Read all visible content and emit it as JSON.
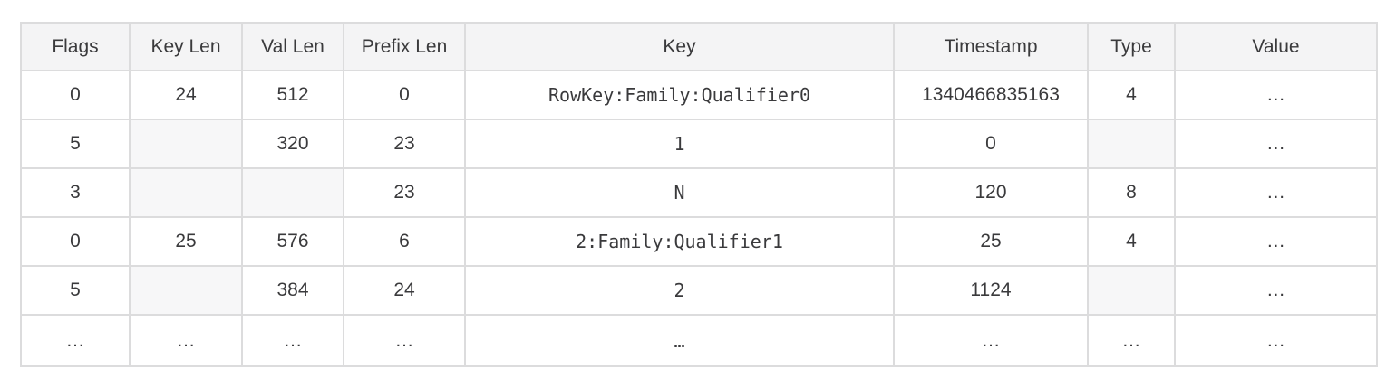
{
  "chart_data": {
    "type": "table",
    "columns": [
      "Flags",
      "Key Len",
      "Val Len",
      "Prefix Len",
      "Key",
      "Timestamp",
      "Type",
      "Value"
    ],
    "rows": [
      [
        "0",
        "24",
        "512",
        "0",
        "RowKey:Family:Qualifier0",
        "1340466835163",
        "4",
        "…"
      ],
      [
        "5",
        "",
        "320",
        "23",
        "1",
        "0",
        "",
        "…"
      ],
      [
        "3",
        "",
        "",
        "23",
        "N",
        "120",
        "8",
        "…"
      ],
      [
        "0",
        "25",
        "576",
        "6",
        "2:Family:Qualifier1",
        "25",
        "4",
        "…"
      ],
      [
        "5",
        "",
        "384",
        "24",
        "2",
        "1124",
        "",
        "…"
      ],
      [
        "…",
        "…",
        "…",
        "…",
        "…",
        "…",
        "…",
        "…"
      ]
    ],
    "layout": {
      "empty_cells_shaded": true,
      "header_shaded": true,
      "grid": true
    }
  },
  "colors": {
    "header_bg": "#f4f4f5",
    "empty_cell_bg": "#f7f7f8",
    "border": "#dcdcdd",
    "text": "#3a3a3c"
  }
}
